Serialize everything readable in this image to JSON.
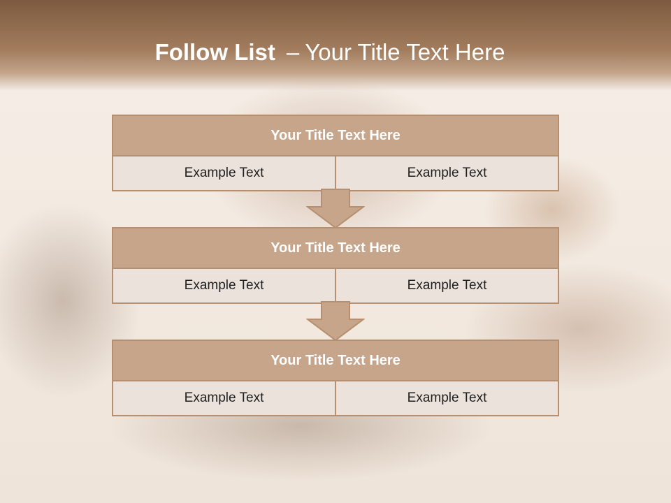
{
  "title": {
    "main": "Follow List",
    "dash": "–",
    "sub": "Your Title Text Here"
  },
  "blocks": [
    {
      "title": "Your Title Text Here",
      "cells": [
        "Example Text",
        "Example Text"
      ]
    },
    {
      "title": "Your Title Text Here",
      "cells": [
        "Example Text",
        "Example Text"
      ]
    },
    {
      "title": "Your Title Text Here",
      "cells": [
        "Example Text",
        "Example Text"
      ]
    }
  ],
  "colors": {
    "header": "#8f6a4d",
    "block_title_fill": "#c6a58b",
    "block_border": "#b58f6f",
    "cell_fill": "#ebe2db",
    "arrow_fill": "#c6a58b"
  },
  "icons": [
    "down-arrow-icon",
    "down-arrow-icon"
  ]
}
